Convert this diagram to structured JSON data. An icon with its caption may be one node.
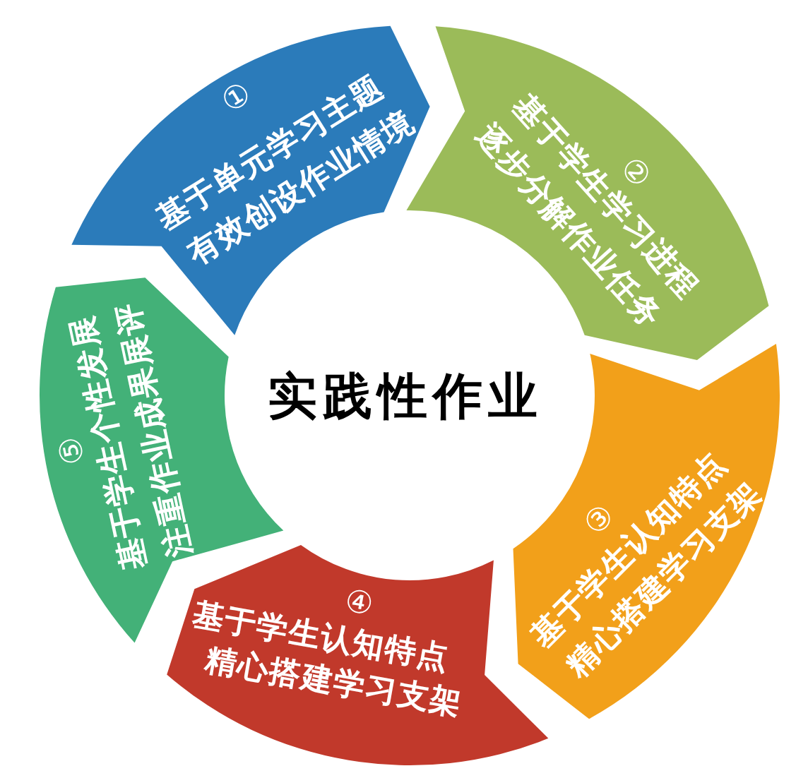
{
  "diagram": {
    "title": "实践性作业",
    "nodes": [
      {
        "text": [
          "①",
          "基于单元学习主题",
          "有效创设作业情境"
        ]
      },
      {
        "text": [
          "②",
          "基于学生学习进程",
          "逐步分解作业任务"
        ]
      },
      {
        "text": [
          "③",
          "基于学生认知特点",
          "精心搭建学习支架"
        ]
      },
      {
        "text": [
          "④",
          "基于学生认知特点",
          "精心搭建学习支架"
        ]
      },
      {
        "text": [
          "⑤",
          "基于学生个性发展",
          "注重作业成果展评"
        ]
      }
    ]
  }
}
